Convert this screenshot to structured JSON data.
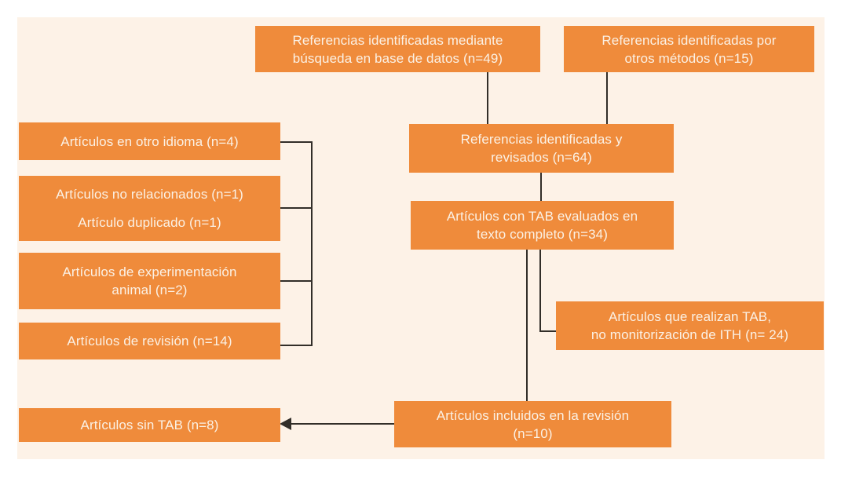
{
  "diagram": {
    "type": "flowchart",
    "language": "es",
    "colors": {
      "box": "#ef8b3b",
      "panel_background": "#fdf2e7",
      "box_text": "#fbf1e5",
      "line": "#322e29",
      "page_background": "#ffffff"
    },
    "boxes": {
      "db": {
        "label": "Referencias identificadas mediante búsqueda en base de datos (n=49)",
        "lines": [
          "Referencias identificadas mediante",
          "búsqueda en base de datos (n=49)"
        ],
        "n": 49
      },
      "other": {
        "label": "Referencias identificadas por otros métodos (n=15)",
        "lines": [
          "Referencias identificadas por",
          "otros métodos (n=15)"
        ],
        "n": 15
      },
      "reviewed": {
        "label": "Referencias identificadas y revisados (n=64)",
        "lines": [
          "Referencias identificadas y",
          "revisados (n=64)"
        ],
        "n": 64
      },
      "language_excl": {
        "label": "Artículos en otro idioma (n=4)",
        "n": 4
      },
      "unrelated": {
        "label": "Artículos no relacionados (n=1)",
        "n": 1
      },
      "duplicate": {
        "label": "Artículo duplicado (n=1)",
        "n": 1
      },
      "animal": {
        "label": "Artículos de experimentación animal (n=2)",
        "lines": [
          "Artículos de experimentación",
          "animal (n=2)"
        ],
        "n": 2
      },
      "review_excl": {
        "label": "Artículos de revisión (n=14)",
        "n": 14
      },
      "fulltext": {
        "label": "Artículos con TAB evaluados en texto completo (n=34)",
        "lines": [
          "Artículos con TAB evaluados en",
          "texto completo (n=34)"
        ],
        "n": 34
      },
      "tab_no_ith": {
        "label": "Artículos que realizan TAB, no monitorización de ITH (n= 24)",
        "lines": [
          "Artículos que realizan TAB,",
          "no monitorización de ITH (n= 24)"
        ],
        "n": 24
      },
      "included": {
        "label": "Artículos incluidos en la revisión (n=10)",
        "lines": [
          "Artículos incluidos en la revisión",
          "(n=10)"
        ],
        "n": 10
      },
      "no_tab": {
        "label": "Artículos sin TAB (n=8)",
        "n": 8
      }
    }
  }
}
